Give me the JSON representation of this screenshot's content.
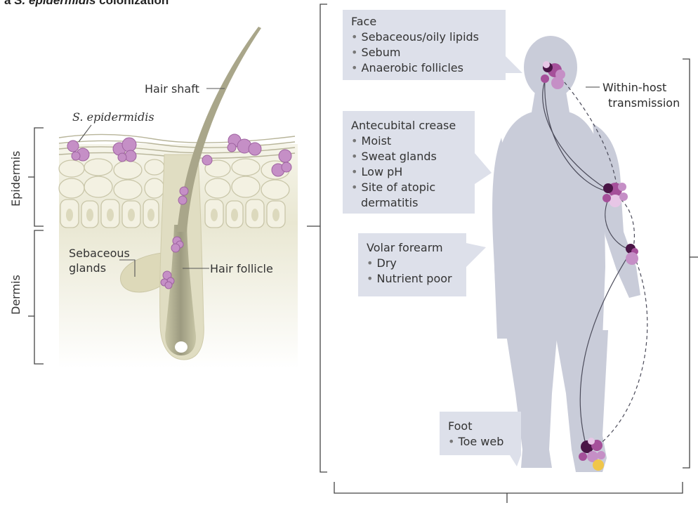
{
  "panel_label": {
    "letter": "a",
    "title": "S. epidermidis",
    "title_rest": " colonization"
  },
  "skin_section": {
    "hair_shaft": "Hair shaft",
    "bacterium": "S. epidermidis",
    "epidermis": "Epidermis",
    "dermis": "Dermis",
    "sebaceous_line1": "Sebaceous",
    "sebaceous_line2": "glands",
    "hair_follicle": "Hair follicle"
  },
  "body_sites": {
    "face": {
      "title": "Face",
      "items": [
        "Sebaceous/oily lipids",
        "Sebum",
        "Anaerobic follicles"
      ]
    },
    "antecubital": {
      "title": "Antecubital crease",
      "items": [
        "Moist",
        "Sweat glands",
        "Low pH",
        "Site of atopic",
        "dermatitis"
      ]
    },
    "volar": {
      "title": "Volar forearm",
      "items": [
        "Dry",
        "Nutrient poor"
      ]
    },
    "foot": {
      "title": "Foot",
      "items": [
        "Toe web"
      ]
    },
    "transmission_line1": "Within-host",
    "transmission_line2": "transmission"
  },
  "colors": {
    "silhouette": "#c9ccd9",
    "callout_box": "#dde0ea",
    "tissue": "#e6e4cd",
    "cell_fill": "#f2f0e0",
    "hair": "#a8a589",
    "bacteria_light": "#c58fc6",
    "bacteria_mid": "#a5509a",
    "bacteria_dark": "#4a1546",
    "bacteria_pale": "#e7c6e6",
    "yellow_cell": "#f0c64a"
  }
}
